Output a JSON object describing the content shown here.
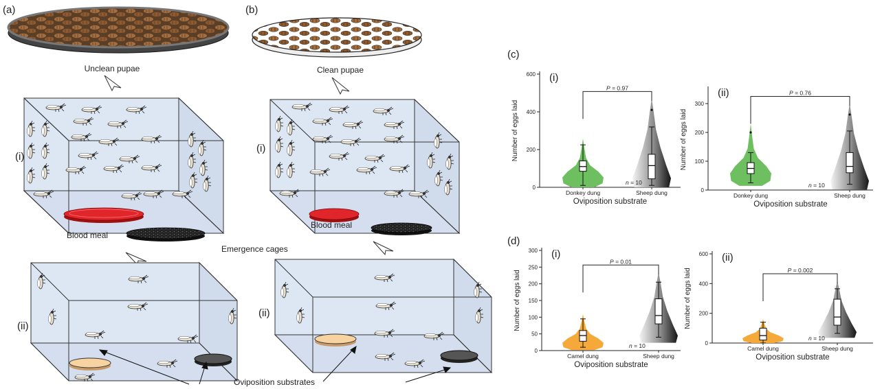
{
  "panel_labels": {
    "a": "(a)",
    "b": "(b)",
    "c": "(c)",
    "d": "(d)"
  },
  "sub_labels": {
    "i": "(i)",
    "ii": "(ii)"
  },
  "diagram": {
    "unclean_pupae": "Unclean pupae",
    "clean_pupae": "Clean pupae",
    "blood_meal": "Blood meal",
    "emergence_cages": "Emergence cages",
    "oviposition_substrates": "Oviposition substrates"
  },
  "colors": {
    "donkey": "#6dbf5f",
    "camel": "#f4a93a",
    "sheep_light": "#f2f2f2",
    "sheep_dark": "#202020",
    "cage_fill": "#dde6f3",
    "blood": "#e0262b",
    "pupae": "#9a6a3f"
  },
  "chart_data": [
    {
      "id": "c-i",
      "type": "violin",
      "categories": [
        "Donkey dung",
        "Sheep dung"
      ],
      "xlabel": "Oviposition substrate",
      "ylabel": "Number of eggs laid",
      "ylim": [
        0,
        600
      ],
      "yticks": [
        0,
        200,
        400,
        600
      ],
      "p_value": "0.97",
      "n": "10",
      "boxes": [
        {
          "min": 10,
          "q1": 85,
          "median": 110,
          "q3": 140,
          "max": 225
        },
        {
          "min": 10,
          "q1": 45,
          "median": 115,
          "q3": 175,
          "max": 320,
          "outliers": [
            410
          ]
        }
      ]
    },
    {
      "id": "c-ii",
      "type": "violin",
      "categories": [
        "Donkey dung",
        "Sheep dung"
      ],
      "xlabel": "Oviposition substrate",
      "ylabel": "Number of eggs laid",
      "ylim": [
        0,
        350
      ],
      "yticks": [
        0,
        100,
        200,
        300
      ],
      "p_value": "0.76",
      "n": "10",
      "boxes": [
        {
          "min": 25,
          "q1": 57,
          "median": 75,
          "q3": 95,
          "max": 130,
          "outliers": [
            200
          ]
        },
        {
          "min": 20,
          "q1": 60,
          "median": 82,
          "q3": 130,
          "max": 205,
          "outliers": [
            262
          ]
        }
      ]
    },
    {
      "id": "d-i",
      "type": "violin",
      "categories": [
        "Camel dung",
        "Sheep dung"
      ],
      "xlabel": "Oviposition substrate",
      "ylabel": "Number of eggs laid",
      "ylim": [
        0,
        300
      ],
      "yticks": [
        0,
        50,
        100,
        150,
        200,
        250,
        300
      ],
      "p_value": "0.01",
      "n": "10",
      "boxes": [
        {
          "min": 10,
          "q1": 28,
          "median": 45,
          "q3": 60,
          "max": 95
        },
        {
          "min": 40,
          "q1": 80,
          "median": 105,
          "q3": 155,
          "max": 205
        }
      ]
    },
    {
      "id": "d-ii",
      "type": "violin",
      "categories": [
        "Camel dung",
        "Sheep dung"
      ],
      "xlabel": "Oviposition substrate",
      "ylabel": "Number of eggs laid",
      "ylim": [
        0,
        600
      ],
      "yticks": [
        0,
        200,
        400,
        600
      ],
      "p_value": "0.002",
      "n": "10",
      "boxes": [
        {
          "min": 0,
          "q1": 20,
          "median": 50,
          "q3": 100,
          "max": 140
        },
        {
          "min": 65,
          "q1": 120,
          "median": 175,
          "q3": 295,
          "max": 365
        }
      ]
    }
  ]
}
